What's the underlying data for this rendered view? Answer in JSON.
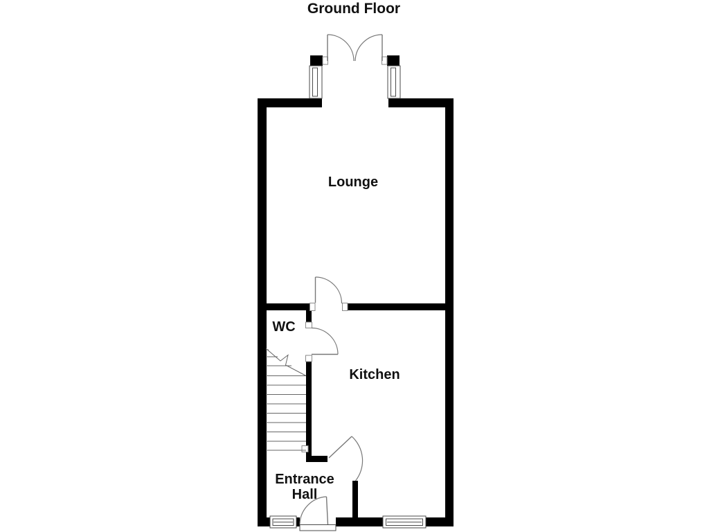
{
  "floorplan": {
    "title": "Ground Floor",
    "rooms": {
      "lounge": {
        "label": "Lounge"
      },
      "wc": {
        "label": "WC"
      },
      "kitchen": {
        "label": "Kitchen"
      },
      "entrance_hall": {
        "label": "Entrance Hall"
      }
    }
  },
  "colors": {
    "wall": "#000000",
    "door_line": "#777777",
    "window_line": "#4a4a4a",
    "stair_line": "#666666",
    "text": "#111111",
    "background": "#ffffff"
  }
}
